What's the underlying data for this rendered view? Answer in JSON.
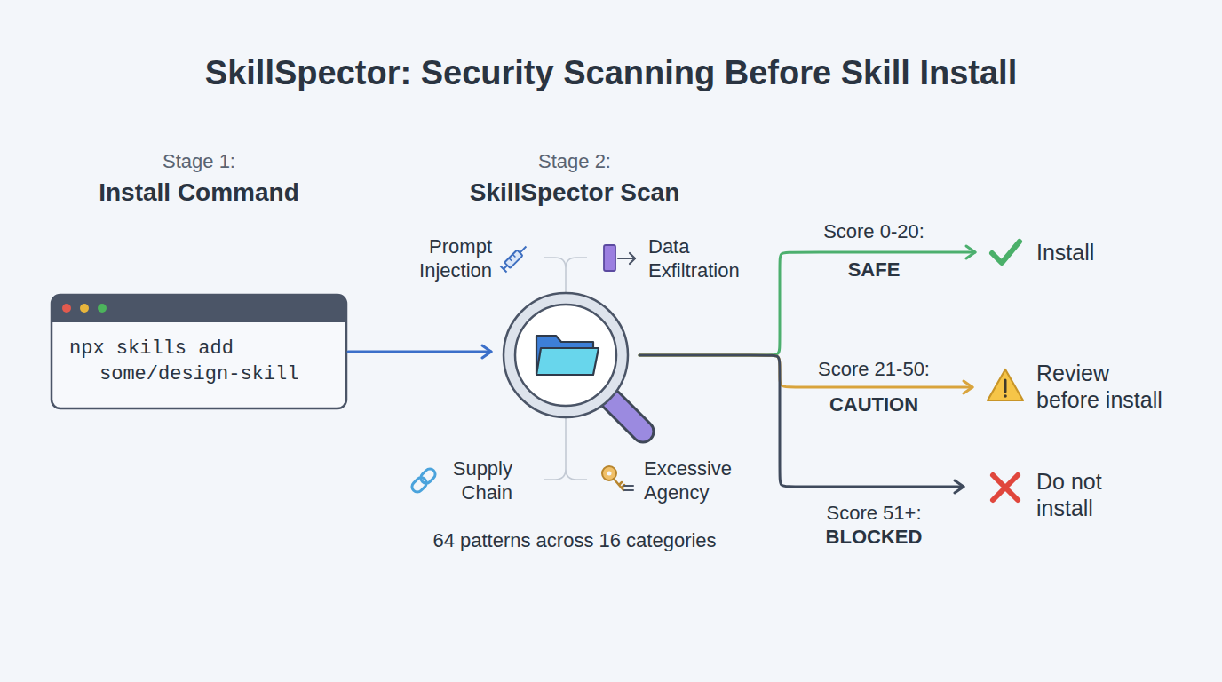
{
  "diagram": {
    "title": "SkillSpector: Security Scanning Before Skill Install",
    "nodes": [
      {
        "text": [
          "npx skills add some/design-skill"
        ]
      },
      {
        "text": [
          "Prompt Injection",
          "Data Exfiltration",
          "Supply Chain",
          "Excessive Agency"
        ]
      },
      {
        "text": [
          "Install"
        ]
      },
      {
        "text": [
          "Review before install"
        ]
      },
      {
        "text": [
          "Do not install"
        ]
      }
    ],
    "edges": [
      {
        "from": 0,
        "to": 1,
        "arrow": "to"
      },
      {
        "from": 1,
        "to": 2,
        "arrow": "to",
        "label": "Score 0-20: SAFE"
      },
      {
        "from": 1,
        "to": 3,
        "arrow": "to",
        "label": "Score 21-50: CAUTION"
      },
      {
        "from": 1,
        "to": 4,
        "arrow": "to",
        "label": "Score 51+: BLOCKED"
      }
    ],
    "labels": [
      "Stage 1:",
      "Install Command",
      "Stage 2:",
      "SkillSpector Scan",
      "64 patterns across 16 categories"
    ]
  }
}
